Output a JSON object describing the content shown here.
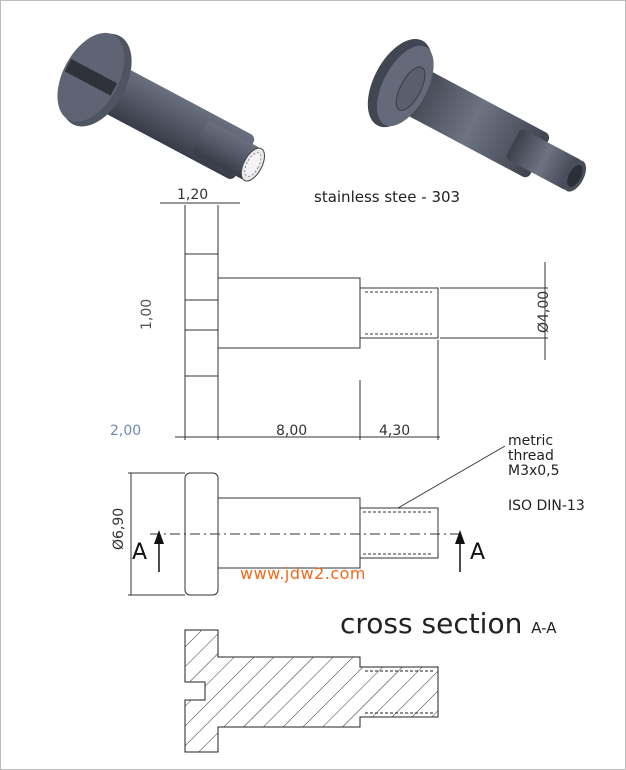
{
  "material_note": "stainless stee  - 303",
  "dimensions": {
    "head_thickness": "1,20",
    "slot_depth": "1,00",
    "shank_length": "8,00",
    "thread_length": "4,30",
    "slot_width": "2,00",
    "thread_diameter": "Ø4,00",
    "head_diameter": "Ø6,90"
  },
  "thread_note": {
    "line1": "metric",
    "line2": "thread",
    "line3": "M3x0,5"
  },
  "standard_note": "ISO DIN-13",
  "section_marker": "A",
  "watermark": "www.jdw2.com",
  "cross_section_title": "cross section",
  "cross_section_suffix": "A-A",
  "colors": {
    "watermark": "#f06a1c",
    "shaded_part": "#4e5361",
    "line": "#222222"
  },
  "icons": [
    "screw-3d-front-icon",
    "screw-3d-rear-icon",
    "section-arrow-icon"
  ]
}
